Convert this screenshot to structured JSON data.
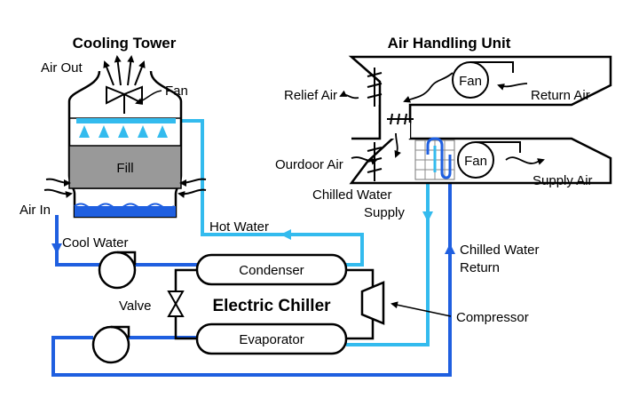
{
  "cooling_tower": {
    "title": "Cooling Tower",
    "air_out": "Air Out",
    "fan": "Fan",
    "fill": "Fill",
    "air_in": "Air In",
    "cool_water": "Cool Water",
    "hot_water": "Hot Water"
  },
  "air_handling_unit": {
    "title": "Air Handling Unit",
    "relief_air": "Relief Air",
    "return_air": "Return Air",
    "fan_top": "Fan",
    "fan_bottom": "Fan",
    "outdoor_air": "Ourdoor Air",
    "supply_air": "Supply Air",
    "chilled_water_supply_line1": "Chilled Water",
    "chilled_water_supply_line2": "Supply",
    "chilled_water_return_line1": "Chilled Water",
    "chilled_water_return_line2": "Return"
  },
  "chiller": {
    "title": "Electric Chiller",
    "condenser": "Condenser",
    "evaporator": "Evaporator",
    "valve": "Valve",
    "compressor": "Compressor"
  },
  "colors": {
    "hot_water": "#33bbee",
    "cool_water": "#1f5fe0",
    "fill": "#999999",
    "basin_water": "#1f5fe0",
    "outline": "#000000"
  }
}
